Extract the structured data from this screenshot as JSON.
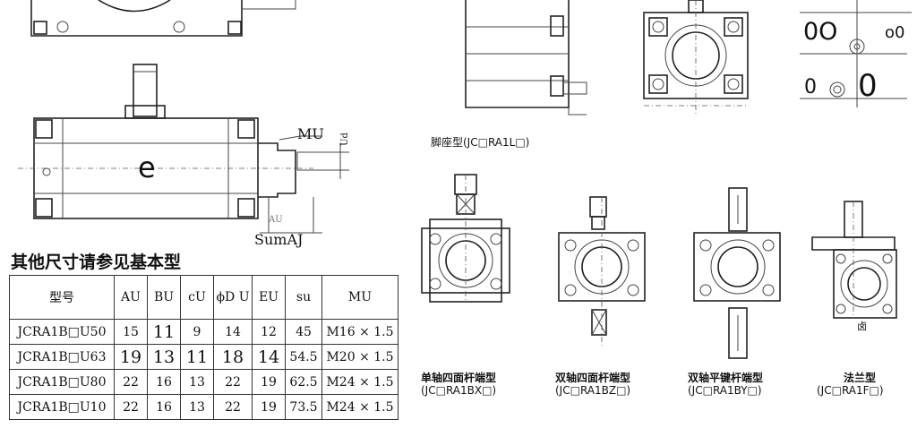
{
  "labels": {
    "mu": "MU",
    "du": "Ud",
    "e": "e",
    "sum_aj": "SumAJ",
    "au_partial": "AU",
    "oo": "0O",
    "o0": "o0",
    "zero_left": "0",
    "zero_big": "0",
    "small_char": "卤"
  },
  "section_title": "其他尺寸请参见基本型",
  "foot_mount": "脚座型(JC□RA1L□)",
  "table": {
    "headers": [
      "型号",
      "AU",
      "BU",
      "cU",
      "ϕD U",
      "EU",
      "su",
      "MU"
    ],
    "rows": [
      [
        "JCRA1B□U50",
        "15",
        "11",
        "9",
        "14",
        "12",
        "45",
        "M16 × 1.5"
      ],
      [
        "JCRA1B□U63",
        "19",
        "13",
        "11",
        "18",
        "14",
        "54.5",
        "M20 × 1.5"
      ],
      [
        "JCRA1B□U80",
        "22",
        "16",
        "13",
        "22",
        "19",
        "62.5",
        "M24 × 1.5"
      ],
      [
        "JCRA1B□U10",
        "22",
        "16",
        "13",
        "22",
        "19",
        "73.5",
        "M24 × 1.5"
      ]
    ]
  },
  "variants": [
    {
      "name": "单轴四面杆端型",
      "code": "(JC□RA1BX□)"
    },
    {
      "name": "双轴四面杆端型",
      "code": "(JC□RA1BZ□)"
    },
    {
      "name": "双轴平键杆端型",
      "code": "(JC□RA1BY□)"
    },
    {
      "name": "法兰型",
      "code": "(JC□RA1F□)"
    }
  ]
}
